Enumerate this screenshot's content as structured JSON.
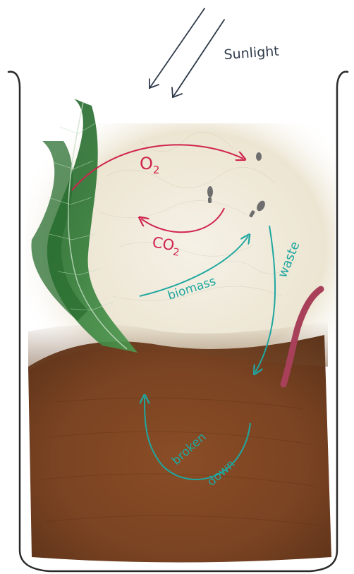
{
  "labels": {
    "sunlight": "Sunlight",
    "o2": "O",
    "o2_sub": "2",
    "co2": "CO",
    "co2_sub": "2",
    "biomass": "biomass",
    "waste": "waste",
    "broken": "broken",
    "down": "down"
  },
  "colors": {
    "sun_arrow": "#2f3a4a",
    "gas_arrow": "#d0234e",
    "nutrient_arrow": "#1fa7a0",
    "jar_outline": "#2a2a2a",
    "water": "#efe9d9",
    "soil": "#7a4322",
    "plant": "#2f7a35",
    "worm": "#a8405a"
  },
  "icons": {
    "plant": "aquatic-plant-icon",
    "worm": "worm-icon",
    "critters": "water-critter-icon"
  }
}
